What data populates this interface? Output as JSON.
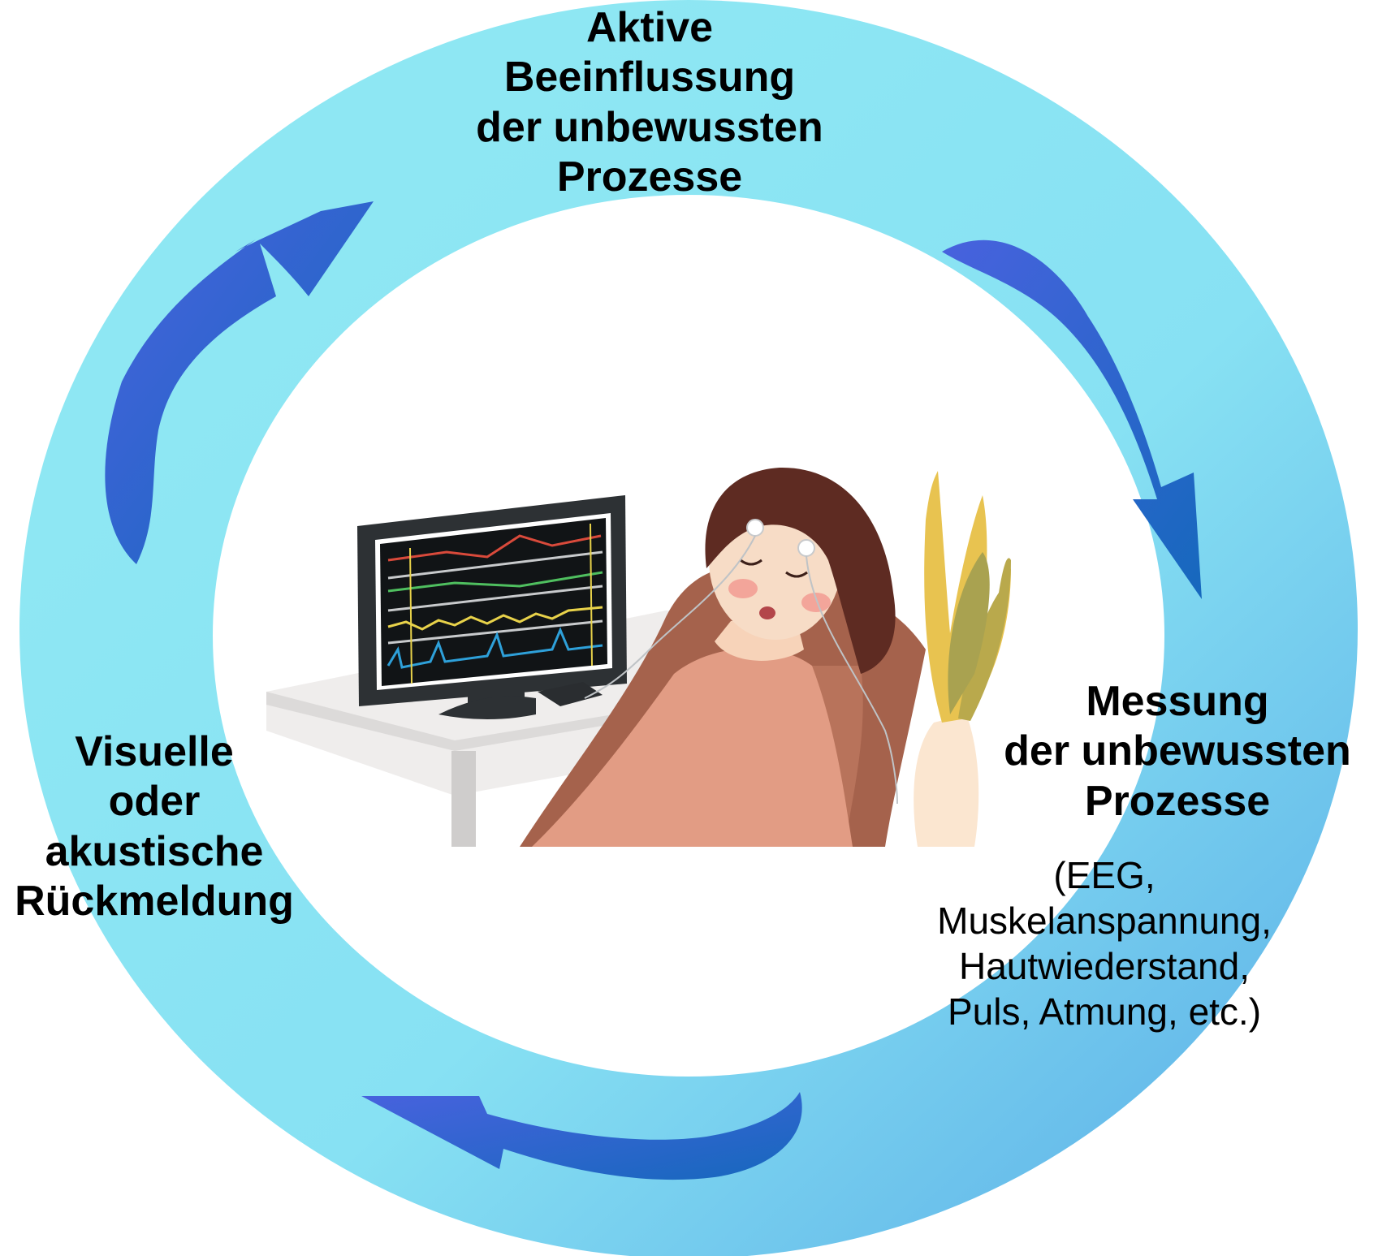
{
  "diagram": {
    "top_label": [
      "Aktive",
      "Beeinflussung",
      "der unbewussten",
      "Prozesse"
    ],
    "right_label": [
      "Messung",
      "der unbewussten",
      "Prozesse"
    ],
    "right_sublabel": [
      "(EEG,",
      "Muskelanspannung,",
      "Hautwiederstand,",
      "Puls, Atmung, etc.)"
    ],
    "left_label": [
      "Visuelle",
      "oder",
      "akustische",
      "Rückmeldung"
    ]
  },
  "colors": {
    "ring_light": "#8de6f3",
    "ring_blue": "#6bc3ec",
    "arrow_dark": "#1468bd",
    "arrow_light": "#4563dd"
  }
}
